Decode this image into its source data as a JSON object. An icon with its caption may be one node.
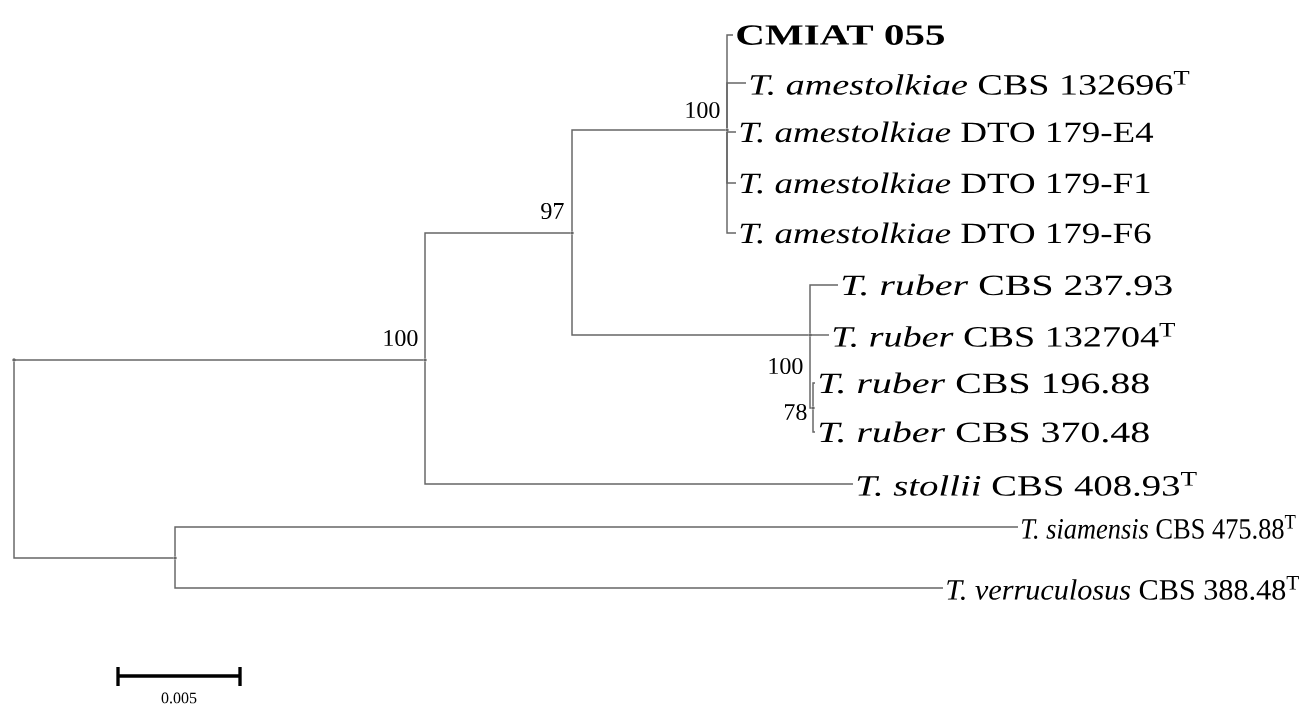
{
  "diagram": {
    "nodes": [
      {
        "text": [],
        "shape": "point"
      },
      {
        "text": [],
        "shape": "point",
        "beside": [
          "100"
        ]
      },
      {
        "text": [],
        "shape": "point",
        "beside": [
          "97"
        ]
      },
      {
        "text": [],
        "shape": "point",
        "beside": [
          "100"
        ]
      },
      {
        "text": [
          "CMIAT 055"
        ]
      },
      {
        "text": [
          "*T. amestolkiae* CBS 132696$^{T}$"
        ]
      },
      {
        "text": [
          "*T. amestolkiae* DTO 179-E4"
        ]
      },
      {
        "text": [
          "*T. amestolkiae* DTO 179-F1"
        ]
      },
      {
        "text": [
          "*T. amestolkiae* DTO 179-F6"
        ]
      },
      {
        "text": [],
        "shape": "point",
        "beside": [
          "100"
        ]
      },
      {
        "text": [
          "*T. ruber* CBS 237.93"
        ]
      },
      {
        "text": [
          "*T. ruber* CBS 132704$^{T}$"
        ]
      },
      {
        "text": [],
        "shape": "point",
        "beside": [
          "78"
        ]
      },
      {
        "text": [
          "*T. ruber* CBS 196.88"
        ]
      },
      {
        "text": [
          "*T. ruber* CBS 370.48"
        ]
      },
      {
        "text": [
          "*T. stollii* CBS 408.93$^{T}$"
        ]
      },
      {
        "text": [],
        "shape": "point"
      },
      {
        "text": [
          "*T. siamensis* CBS 475.88$^{T}$"
        ]
      },
      {
        "text": [
          "*T. verruculosus* CBS 388.48$^{T}$"
        ]
      }
    ],
    "edges": [
      {
        "from": 0,
        "to": 1,
        "arrow": "none"
      },
      {
        "from": 0,
        "to": 16,
        "arrow": "none"
      },
      {
        "from": 1,
        "to": 2,
        "arrow": "none"
      },
      {
        "from": 1,
        "to": 15,
        "arrow": "none"
      },
      {
        "from": 2,
        "to": 3,
        "arrow": "none"
      },
      {
        "from": 2,
        "to": 9,
        "arrow": "none"
      },
      {
        "from": 3,
        "to": 4,
        "arrow": "none"
      },
      {
        "from": 3,
        "to": 5,
        "arrow": "none"
      },
      {
        "from": 3,
        "to": 6,
        "arrow": "none"
      },
      {
        "from": 3,
        "to": 7,
        "arrow": "none"
      },
      {
        "from": 3,
        "to": 8,
        "arrow": "none"
      },
      {
        "from": 9,
        "to": 10,
        "arrow": "none"
      },
      {
        "from": 9,
        "to": 11,
        "arrow": "none"
      },
      {
        "from": 9,
        "to": 12,
        "arrow": "none"
      },
      {
        "from": 12,
        "to": 13,
        "arrow": "none"
      },
      {
        "from": 12,
        "to": 14,
        "arrow": "none"
      },
      {
        "from": 16,
        "to": 17,
        "arrow": "none"
      },
      {
        "from": 16,
        "to": 18,
        "arrow": "none"
      }
    ],
    "labels": [
      "0.005"
    ]
  }
}
